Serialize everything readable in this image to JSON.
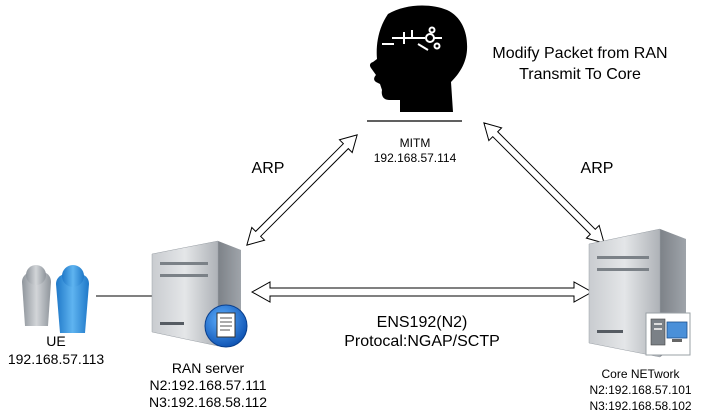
{
  "mitm": {
    "name": "MITM",
    "ip": "192.168.57.114",
    "note_line1": "Modify Packet from RAN",
    "note_line2": "Transmit To Core"
  },
  "arp_left": "ARP",
  "arp_right": "ARP",
  "ue": {
    "name": "UE",
    "ip": "192.168.57.113"
  },
  "ran": {
    "name": "RAN server",
    "n2": "N2:192.168.57.111",
    "n3": "N3:192.168.58.112"
  },
  "core": {
    "name": "Core NETwork",
    "n2": "N2:192.168.57.101",
    "n3": "N3:192.168.58.102"
  },
  "link": {
    "line1": "ENS192(N2)",
    "line2": "Protocal:NGAP/SCTP"
  },
  "icons": {
    "mitm": "hacker-head-icon",
    "ue": "users-icon",
    "ran": "server-document-icon",
    "core": "server-network-icon"
  }
}
